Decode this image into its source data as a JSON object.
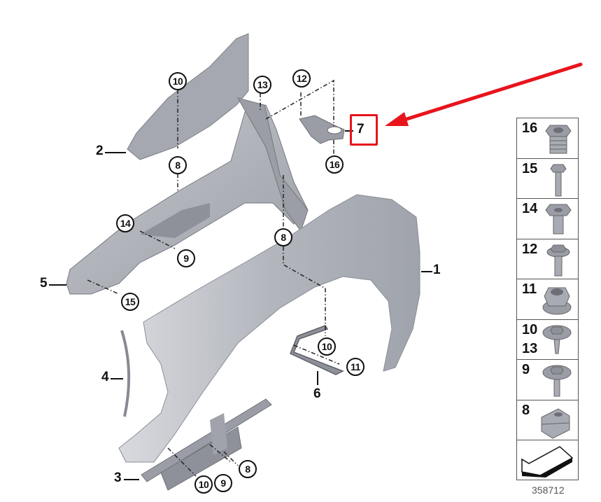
{
  "diagram": {
    "title": "Front fender / wheel arch exploded parts diagram",
    "highlight_color": "#e8141c",
    "part_color": "#a8abb3",
    "highlighted_part": "7",
    "part_labels": [
      {
        "id": "1",
        "text": "1"
      },
      {
        "id": "2",
        "text": "2"
      },
      {
        "id": "3",
        "text": "3"
      },
      {
        "id": "4",
        "text": "4"
      },
      {
        "id": "5",
        "text": "5"
      },
      {
        "id": "6",
        "text": "6"
      },
      {
        "id": "7",
        "text": "7"
      }
    ],
    "callouts": [
      {
        "text": "10"
      },
      {
        "text": "13"
      },
      {
        "text": "12"
      },
      {
        "text": "8"
      },
      {
        "text": "16"
      },
      {
        "text": "14"
      },
      {
        "text": "9"
      },
      {
        "text": "8"
      },
      {
        "text": "15"
      },
      {
        "text": "10"
      },
      {
        "text": "11"
      },
      {
        "text": "8"
      },
      {
        "text": "10"
      },
      {
        "text": "9"
      }
    ],
    "legend": [
      {
        "num": "16",
        "icon": "threaded-insert-nut-icon"
      },
      {
        "num": "15",
        "icon": "hex-bolt-long-icon"
      },
      {
        "num": "14",
        "icon": "flange-bolt-icon"
      },
      {
        "num": "12",
        "icon": "hex-flange-bolt-icon"
      },
      {
        "num": "11",
        "icon": "hex-flange-nut-icon"
      },
      {
        "num": "10",
        "num2": "13",
        "icon": "washer-screw-icon"
      },
      {
        "num": "9",
        "icon": "washer-screw-long-icon"
      },
      {
        "num": "8",
        "icon": "clip-nut-icon"
      },
      {
        "num": "",
        "icon": "direction-arrow-icon"
      }
    ],
    "reference_number": "358712"
  }
}
